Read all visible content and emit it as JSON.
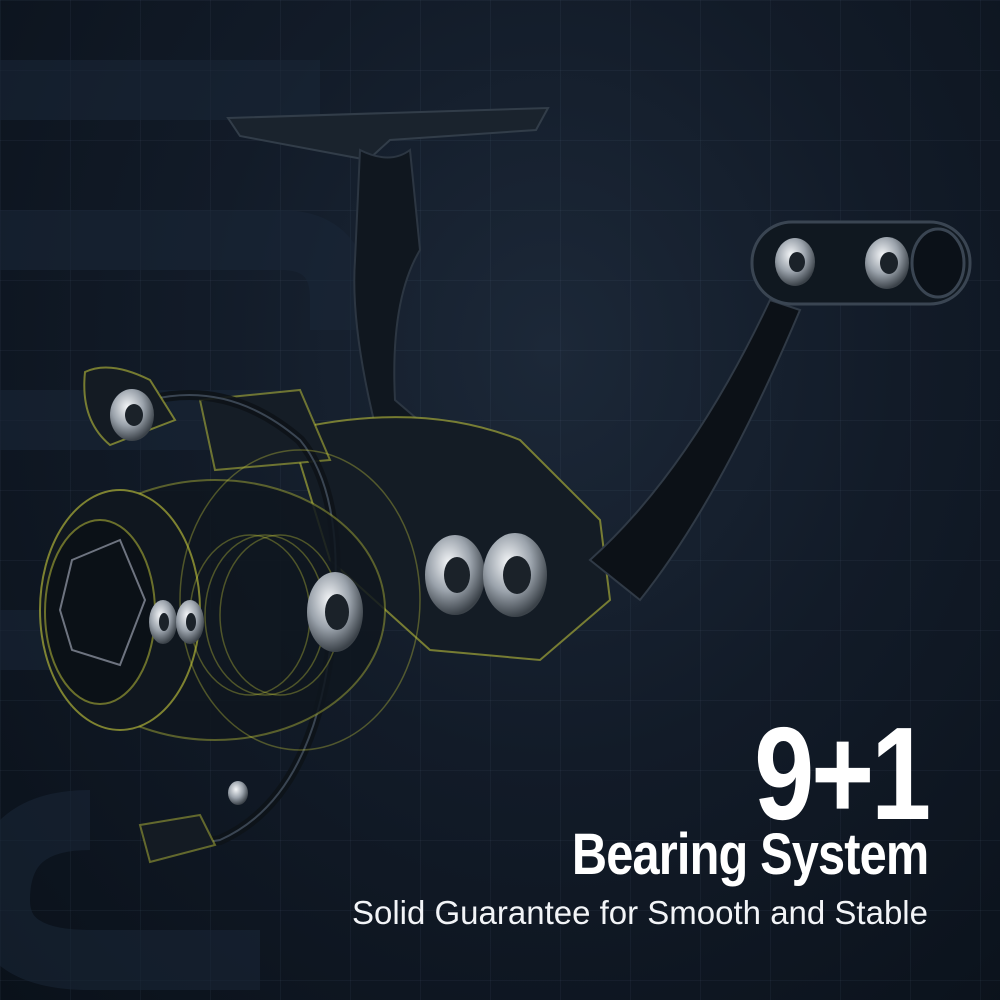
{
  "product": {
    "headline": "9+1",
    "subheadline": "Bearing System",
    "tagline": "Solid Guarantee for Smooth and Stable"
  },
  "colors": {
    "background": "#0d1520",
    "text": "#ffffff",
    "accent_outline": "#c8cc3c"
  },
  "illustration": "spinning-reel-xray"
}
